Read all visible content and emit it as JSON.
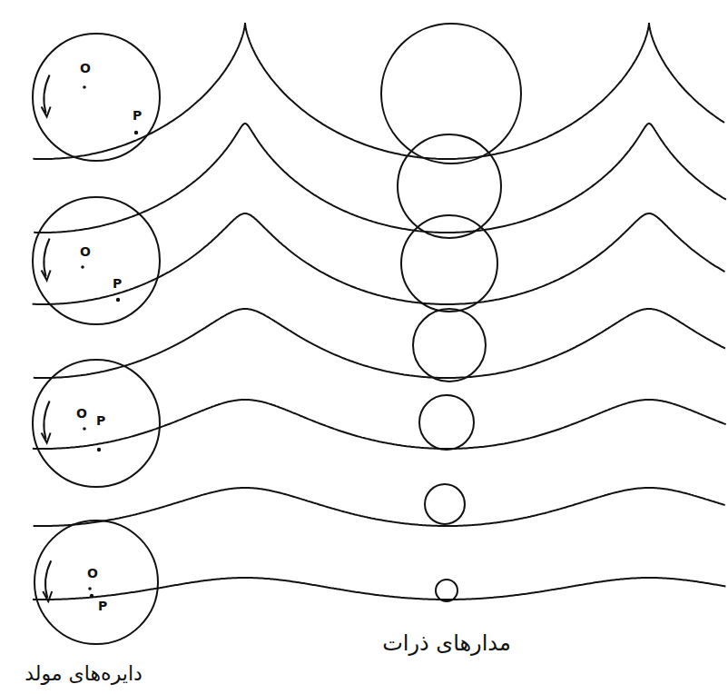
{
  "diagram": {
    "nodes": [
      {
        "text": [
          "O",
          "P"
        ]
      },
      {
        "text": [
          "O",
          "P"
        ]
      },
      {
        "text": [
          "O",
          "P"
        ]
      },
      {
        "text": [
          "O",
          "P"
        ]
      }
    ],
    "labels": [
      "مدارهای ذرات",
      "دایره‌های مولد"
    ]
  }
}
